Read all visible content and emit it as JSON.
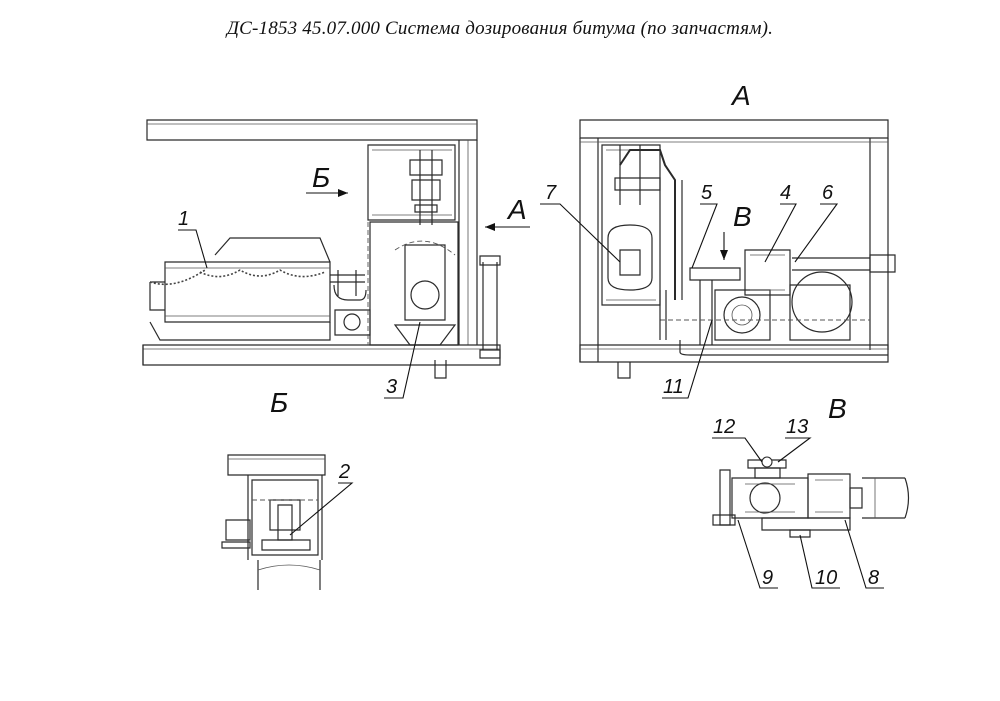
{
  "title": "ДС-1853 45.07.000 Система дозирования битума (по запчастям).",
  "views": {
    "view_a": "А",
    "view_b": "Б",
    "view_v": "В"
  },
  "arrows": {
    "arrow_b": "Б",
    "arrow_a": "А",
    "arrow_v": "В"
  },
  "callouts": [
    "1",
    "2",
    "3",
    "4",
    "5",
    "6",
    "7",
    "8",
    "9",
    "10",
    "11",
    "12",
    "13"
  ]
}
